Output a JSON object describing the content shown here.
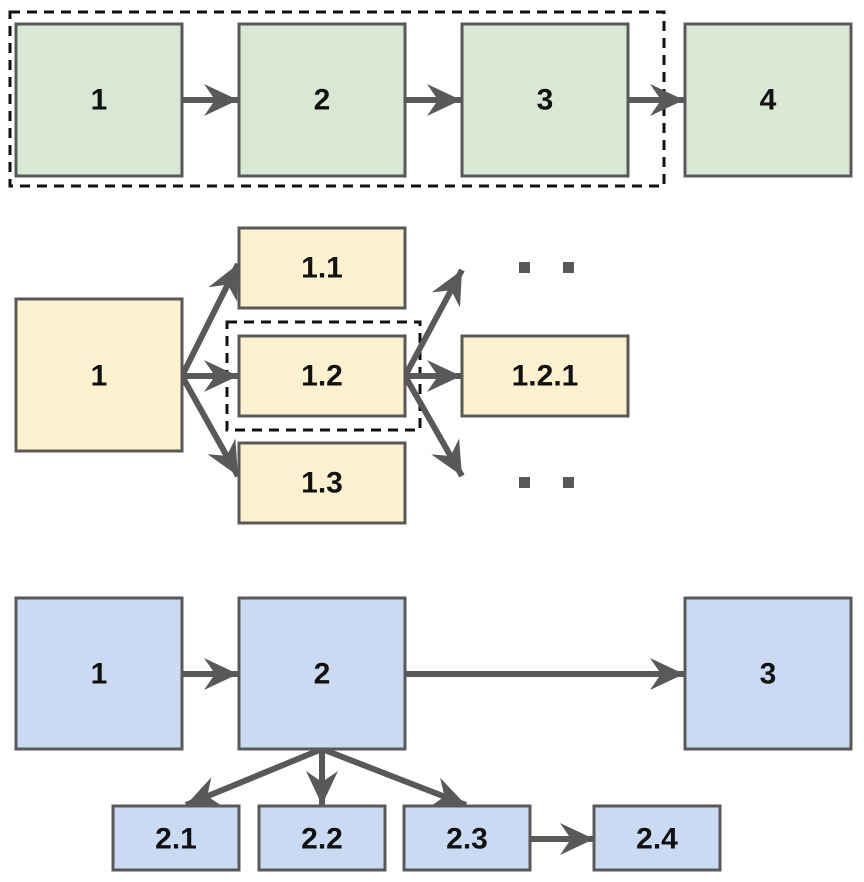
{
  "colors": {
    "green_fill": "#d9e8d4",
    "yellow_fill": "#fdf1cf",
    "blue_fill": "#cbdaf3",
    "line": "#595959"
  },
  "diagram_top": {
    "nodes": [
      "1",
      "2",
      "3",
      "4"
    ]
  },
  "diagram_middle": {
    "root": "1",
    "children": [
      "1.1",
      "1.2",
      "1.3"
    ],
    "grandchild": "1.2.1",
    "ellipsis": ". ."
  },
  "diagram_bottom": {
    "nodes": [
      "1",
      "2",
      "3"
    ],
    "subnodes": [
      "2.1",
      "2.2",
      "2.3",
      "2.4"
    ]
  }
}
